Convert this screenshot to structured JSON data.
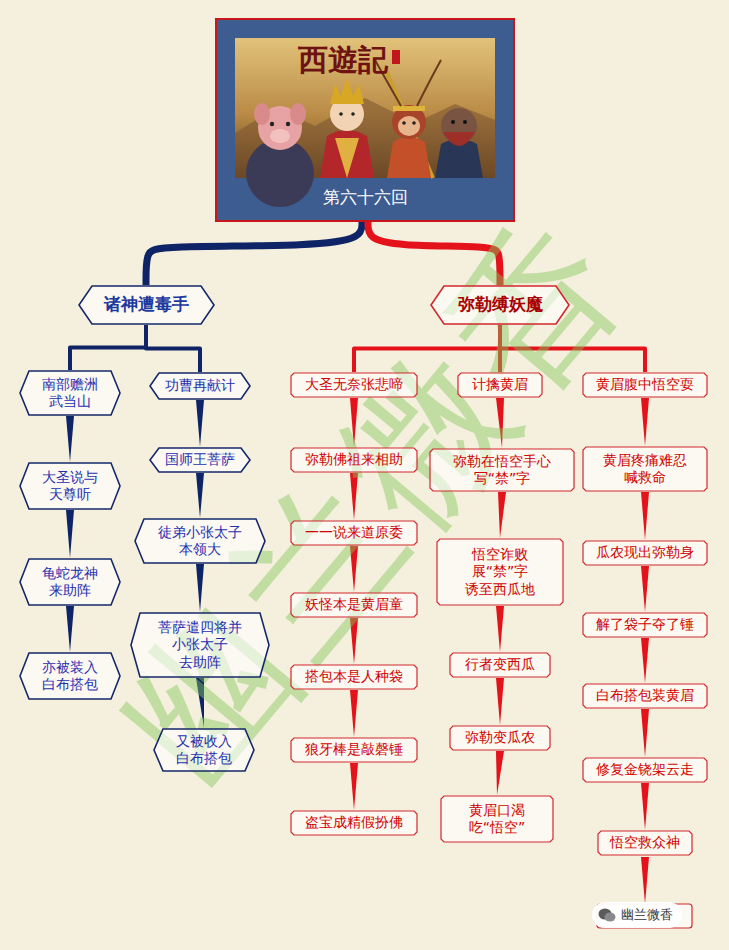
{
  "diagram": {
    "nodes": [
      {
        "text": [
          "第六十六回"
        ]
      },
      {
        "text": [
          "诸神遭毒手"
        ]
      },
      {
        "text": [
          "弥勒缚妖魔"
        ]
      },
      {
        "text": [
          "南部赡洲 武当山"
        ]
      },
      {
        "text": [
          "大圣说与 天尊听"
        ]
      },
      {
        "text": [
          "龟蛇龙神 来助阵"
        ]
      },
      {
        "text": [
          "亦被装入 白布搭包"
        ]
      },
      {
        "text": [
          "功曹再献计"
        ]
      },
      {
        "text": [
          "国师王菩萨"
        ]
      },
      {
        "text": [
          "徒弟小张太子 本领大"
        ]
      },
      {
        "text": [
          "菩萨遣四将并 小张太子 去助阵"
        ]
      },
      {
        "text": [
          "又被收入 白布搭包"
        ]
      },
      {
        "text": [
          "大圣无奈张悲啼"
        ]
      },
      {
        "text": [
          "弥勒佛祖来相助"
        ]
      },
      {
        "text": [
          "一一说来道原委"
        ]
      },
      {
        "text": [
          "妖怪本是黄眉童"
        ]
      },
      {
        "text": [
          "搭包本是人种袋"
        ]
      },
      {
        "text": [
          "狼牙棒是敲磬锤"
        ]
      },
      {
        "text": [
          "盗宝成精假扮佛"
        ]
      },
      {
        "text": [
          "计擒黄眉"
        ]
      },
      {
        "text": [
          "弥勒在悟空手心 写“禁”字"
        ]
      },
      {
        "text": [
          "悟空诈败 展“禁”字 诱至西瓜地"
        ]
      },
      {
        "text": [
          "行者变西瓜"
        ]
      },
      {
        "text": [
          "弥勒变瓜农"
        ]
      },
      {
        "text": [
          "黄眉口渴 吃“悟空”"
        ]
      },
      {
        "text": [
          "黄眉腹中悟空耍"
        ]
      },
      {
        "text": [
          "黄眉疼痛难忍 喊救命"
        ]
      },
      {
        "text": [
          "瓜农现出弥勒身"
        ]
      },
      {
        "text": [
          "解了袋子夺了锤"
        ]
      },
      {
        "text": [
          "白布搭包装黄眉"
        ]
      },
      {
        "text": [
          "修复金铙架云走"
        ]
      },
      {
        "text": [
          "悟空救众神"
        ]
      }
    ],
    "edges": [
      {
        "from": 0,
        "to": 1,
        "arrow": "none"
      },
      {
        "from": 0,
        "to": 2,
        "arrow": "none"
      },
      {
        "from": 1,
        "to": 3,
        "arrow": "none"
      },
      {
        "from": 1,
        "to": 7,
        "arrow": "none"
      },
      {
        "from": 3,
        "to": 4,
        "arrow": "none"
      },
      {
        "from": 4,
        "to": 5,
        "arrow": "none"
      },
      {
        "from": 5,
        "to": 6,
        "arrow": "none"
      },
      {
        "from": 7,
        "to": 8,
        "arrow": "none"
      },
      {
        "from": 8,
        "to": 9,
        "arrow": "none"
      },
      {
        "from": 9,
        "to": 10,
        "arrow": "none"
      },
      {
        "from": 10,
        "to": 11,
        "arrow": "none"
      },
      {
        "from": 2,
        "to": 12,
        "arrow": "none"
      },
      {
        "from": 2,
        "to": 19,
        "arrow": "none"
      },
      {
        "from": 2,
        "to": 25,
        "arrow": "none"
      },
      {
        "from": 12,
        "to": 13,
        "arrow": "none"
      },
      {
        "from": 13,
        "to": 14,
        "arrow": "none"
      },
      {
        "from": 14,
        "to": 15,
        "arrow": "none"
      },
      {
        "from": 15,
        "to": 16,
        "arrow": "none"
      },
      {
        "from": 16,
        "to": 17,
        "arrow": "none"
      },
      {
        "from": 17,
        "to": 18,
        "arrow": "none"
      },
      {
        "from": 19,
        "to": 20,
        "arrow": "none"
      },
      {
        "from": 20,
        "to": 21,
        "arrow": "none"
      },
      {
        "from": 21,
        "to": 22,
        "arrow": "none"
      },
      {
        "from": 22,
        "to": 23,
        "arrow": "none"
      },
      {
        "from": 23,
        "to": 24,
        "arrow": "none"
      },
      {
        "from": 25,
        "to": 26,
        "arrow": "none"
      },
      {
        "from": 26,
        "to": 27,
        "arrow": "none"
      },
      {
        "from": 27,
        "to": 28,
        "arrow": "none"
      },
      {
        "from": 28,
        "to": 29,
        "arrow": "none"
      },
      {
        "from": 29,
        "to": 30,
        "arrow": "none"
      },
      {
        "from": 30,
        "to": 31,
        "arrow": "none"
      }
    ],
    "labels": [
      "西遊記",
      "幽兰微香",
      "幽兰微香"
    ]
  }
}
